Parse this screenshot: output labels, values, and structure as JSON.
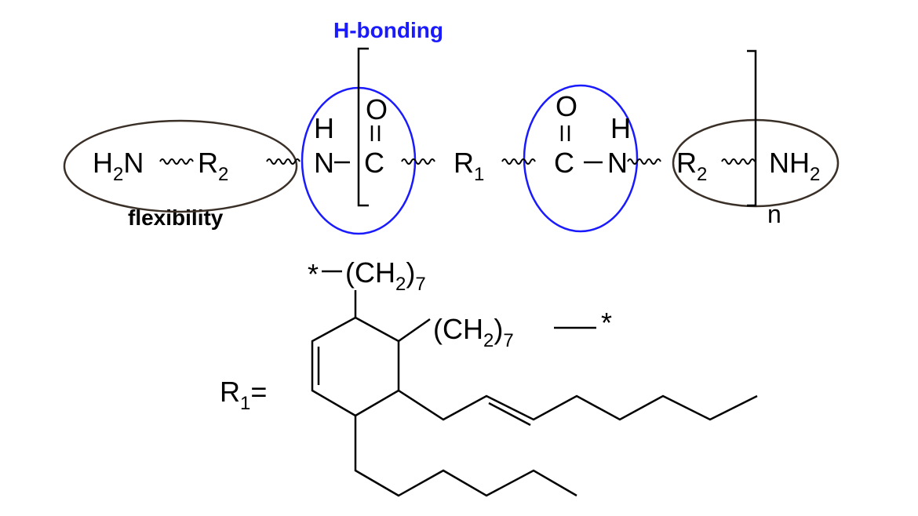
{
  "labels": {
    "hbonding": "H-bonding",
    "flexibility": "flexibility"
  },
  "polymer": {
    "h2n_H": "H",
    "h2n_2": "2",
    "h2n_N": "N",
    "r2_left": "R",
    "r2_left_sub": "2",
    "amide1_N": "N",
    "amide1_H": "H",
    "amide1_C": "C",
    "amide1_O": "O",
    "r1": "R",
    "r1_sub": "1",
    "amide2_C": "C",
    "amide2_O": "O",
    "amide2_N": "N",
    "amide2_H": "H",
    "r2_right": "R",
    "r2_right_sub": "2",
    "nh2_N": "NH",
    "nh2_sub": "2",
    "repeat": "n"
  },
  "r1_structure": {
    "label": "R",
    "label_sub": "1",
    "equals": "=",
    "chain1_star": "*",
    "chain1": "(CH",
    "chain1_sub": "2",
    "chain1_close": ")",
    "chain1_n": "7",
    "chain2": "(CH",
    "chain2_sub": "2",
    "chain2_close": ")",
    "chain2_n": "7",
    "chain2_star": "*"
  },
  "colors": {
    "hbond": "#1a1aff",
    "flex": "#3a3028"
  }
}
